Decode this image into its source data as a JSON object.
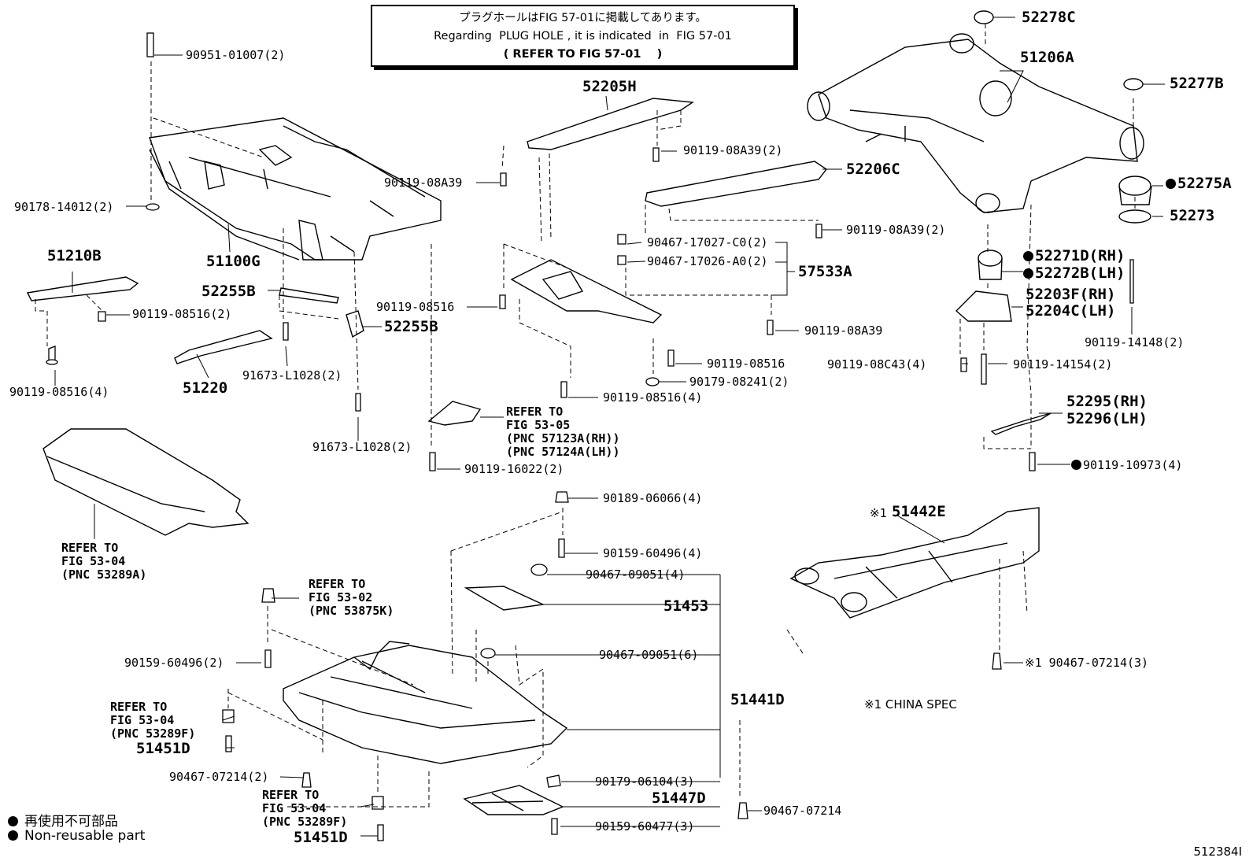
{
  "note": {
    "line1": "プラグホールはFIG 57-01に掲載してあります。",
    "line2": "Regarding  PLUG HOLE , it is indicated  in  FIG 57-01",
    "line3": "( REFER TO FIG 57-01    )"
  },
  "parts": {
    "p90951": "90951-01007(2)",
    "p90178": "90178-14012(2)",
    "p51100G": "51100G",
    "p51210B": "51210B",
    "p90119_08516_2": "90119-08516(2)",
    "p90119_08516_4a": "90119-08516(4)",
    "p52255B_a": "52255B",
    "p52255B_b": "52255B",
    "p51220": "51220",
    "p91673_a": "91673-L1028(2)",
    "p91673_b": "91673-L1028(2)",
    "p52205H": "52205H",
    "p90119_08A39_2a": "90119-08A39(2)",
    "p90119_08A39_left": "90119-08A39",
    "p52206C": "52206C",
    "p90119_08A39_2b": "90119-08A39(2)",
    "p90467_17027": "90467-17027-C0(2)",
    "p90467_17026": "90467-17026-A0(2)",
    "p57533A": "57533A",
    "p90119_08516_mid": "90119-08516",
    "p90119_08A39_mid": "90119-08A39",
    "p90119_08516_right": "90119-08516",
    "p90179_08241": "90179-08241(2)",
    "p90119_08516_4b": "90119-08516(4)",
    "p90119_16022": "90119-16022(2)",
    "p52278C": "52278C",
    "p51206A": "51206A",
    "p52277B": "52277B",
    "p52275A": "52275A",
    "p52273": "52273",
    "p52271D": "52271D(RH)",
    "p52272B": "52272B(LH)",
    "p52203F": "52203F(RH)",
    "p52204C": "52204C(LH)",
    "p90119_14148": "90119-14148(2)",
    "p90119_08C43": "90119-08C43(4)",
    "p90119_14154": "90119-14154(2)",
    "p52295": "52295(RH)",
    "p52296": "52296(LH)",
    "p90119_10973": "90119-10973(4)",
    "p51442E": "51442E",
    "p90467_07214_3": "90467-07214(3)",
    "p90189": "90189-06066(4)",
    "p90159_60496_4": "90159-60496(4)",
    "p90467_09051_4": "90467-09051(4)",
    "p51453": "51453",
    "p90467_09051_6": "90467-09051(6)",
    "p51441D": "51441D",
    "p90159_60496_2": "90159-60496(2)",
    "p51451D_a": "51451D",
    "p51451D_b": "51451D",
    "p90467_07214_2": "90467-07214(2)",
    "p90179_06104": "90179-06104(3)",
    "p51447D": "51447D",
    "p90159_60477": "90159-60477(3)",
    "p90467_07214": "90467-07214",
    "china_mark": "※1",
    "china_spec": "※1 CHINA SPEC"
  },
  "refs": {
    "r5304_top": "REFER TO\nFIG 53-04\n(PNC 53289A)",
    "r5305": "REFER TO\nFIG 53-05\n(PNC 57123A(RH))\n(PNC 57124A(LH))",
    "r5302": "REFER TO\nFIG 53-02\n(PNC 53875K)",
    "r5304_left": "REFER TO\nFIG 53-04\n(PNC 53289F)",
    "r5304_bottom": "REFER TO\nFIG 53-04\n(PNC 53289F)"
  },
  "legend": {
    "jp": "再使用不可部品",
    "en": "Non-reusable part"
  },
  "figure_id": "512384I"
}
